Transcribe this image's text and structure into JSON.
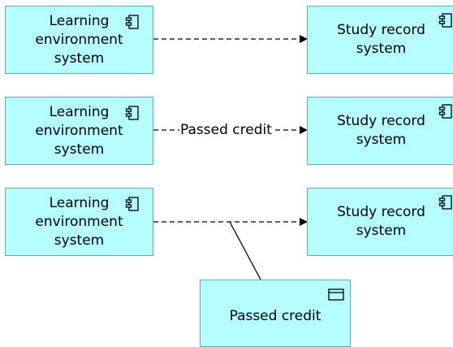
{
  "diagram": {
    "rows": [
      {
        "source": {
          "label": "Learning\nenvironment\nsystem",
          "icon": "component-icon"
        },
        "target": {
          "label": "Study record\nsystem",
          "icon": "component-icon"
        },
        "connector": {
          "type": "flow",
          "label": ""
        }
      },
      {
        "source": {
          "label": "Learning\nenvironment\nsystem",
          "icon": "component-icon"
        },
        "target": {
          "label": "Study record\nsystem",
          "icon": "component-icon"
        },
        "connector": {
          "type": "flow",
          "label": "Passed credit"
        }
      },
      {
        "source": {
          "label": "Learning\nenvironment\nsystem",
          "icon": "component-icon"
        },
        "target": {
          "label": "Study record\nsystem",
          "icon": "component-icon"
        },
        "connector": {
          "type": "flow",
          "label": ""
        }
      }
    ],
    "data_object": {
      "label": "Passed credit",
      "icon": "data-object-icon"
    },
    "colors": {
      "fill": "#b5fdff",
      "border": "#6aa8b0",
      "line": "#000000"
    }
  }
}
